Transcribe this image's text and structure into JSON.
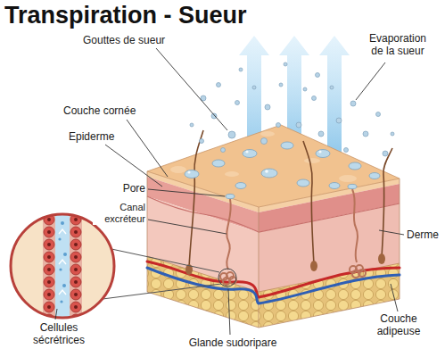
{
  "diagram": {
    "title": "Transpiration - Sueur",
    "labels": [
      "Gouttes de sueur",
      "Evaporation de la sueur",
      "Couche cornée",
      "Epiderme",
      "Pore",
      "Canal excréteur",
      "Derme",
      "Cellules sécrétrices",
      "Glande sudoripare",
      "Couche adipeuse"
    ]
  }
}
